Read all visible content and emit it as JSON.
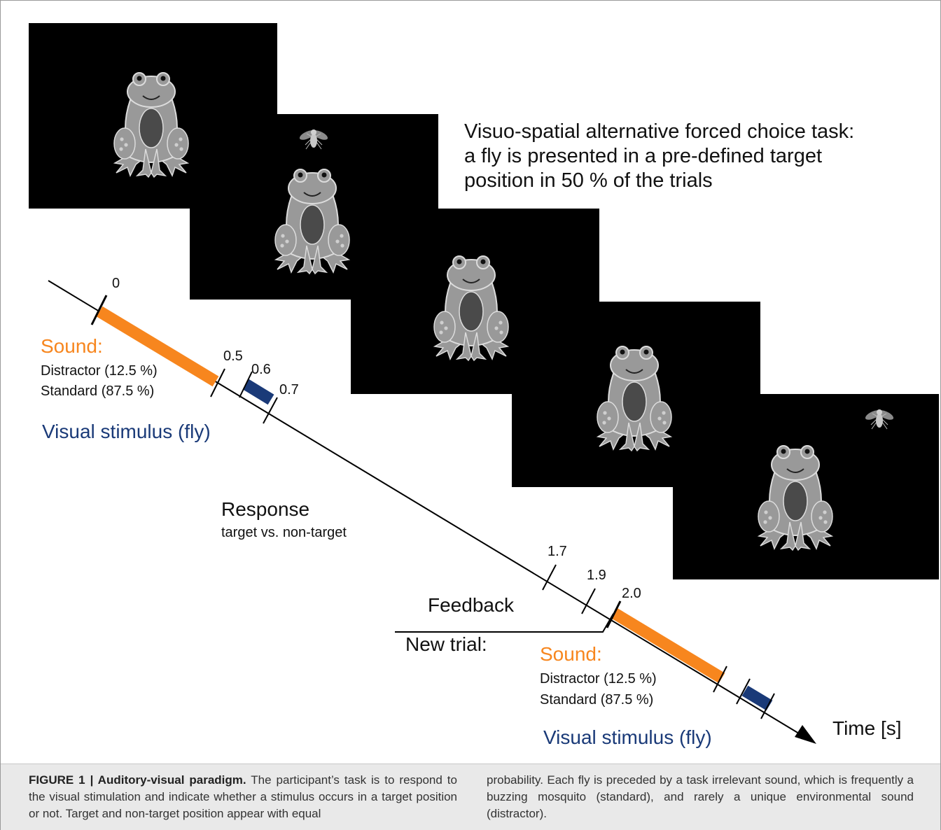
{
  "figure": {
    "task_description_lines": [
      "Visuo-spatial alternative forced choice task:",
      "a fly is presented in a pre-defined target",
      "position in 50 % of the trials"
    ],
    "ticks": {
      "t0": "0",
      "t05": "0.5",
      "t06": "0.6",
      "t07": "0.7",
      "t17": "1.7",
      "t19": "1.9",
      "t20": "2.0"
    },
    "first_trial": {
      "sound_label": "Sound:",
      "distractor": "Distractor (12.5 %)",
      "standard": "Standard (87.5 %)",
      "visual_label": "Visual stimulus (fly)"
    },
    "response": {
      "title": "Response",
      "subtitle": "target vs. non-target"
    },
    "feedback_label": "Feedback",
    "new_trial_label": "New trial:",
    "second_trial": {
      "sound_label": "Sound:",
      "distractor": "Distractor (12.5 %)",
      "standard": "Standard (87.5 %)",
      "visual_label": "Visual stimulus (fly)"
    },
    "axis_label": "Time [s]",
    "colors": {
      "sound": "#f7861e",
      "visual": "#1a3a78",
      "screen": "#000000",
      "frog": "#999999"
    },
    "screens": [
      {
        "has_fly": false
      },
      {
        "has_fly": true
      },
      {
        "has_fly": false
      },
      {
        "has_fly": false
      },
      {
        "has_fly": true
      }
    ]
  },
  "caption": {
    "label": "FIGURE 1 | Auditory-visual paradigm.",
    "left_text": " The participant’s task is to respond to the visual stimulation and indicate whether a stimulus occurs in a target position or not. Target and non-target position appear with equal",
    "right_text": "probability. Each fly is preceded by a task irrelevant sound, which is frequently a buzzing mosquito (standard), and rarely a unique environmental sound (distractor)."
  }
}
